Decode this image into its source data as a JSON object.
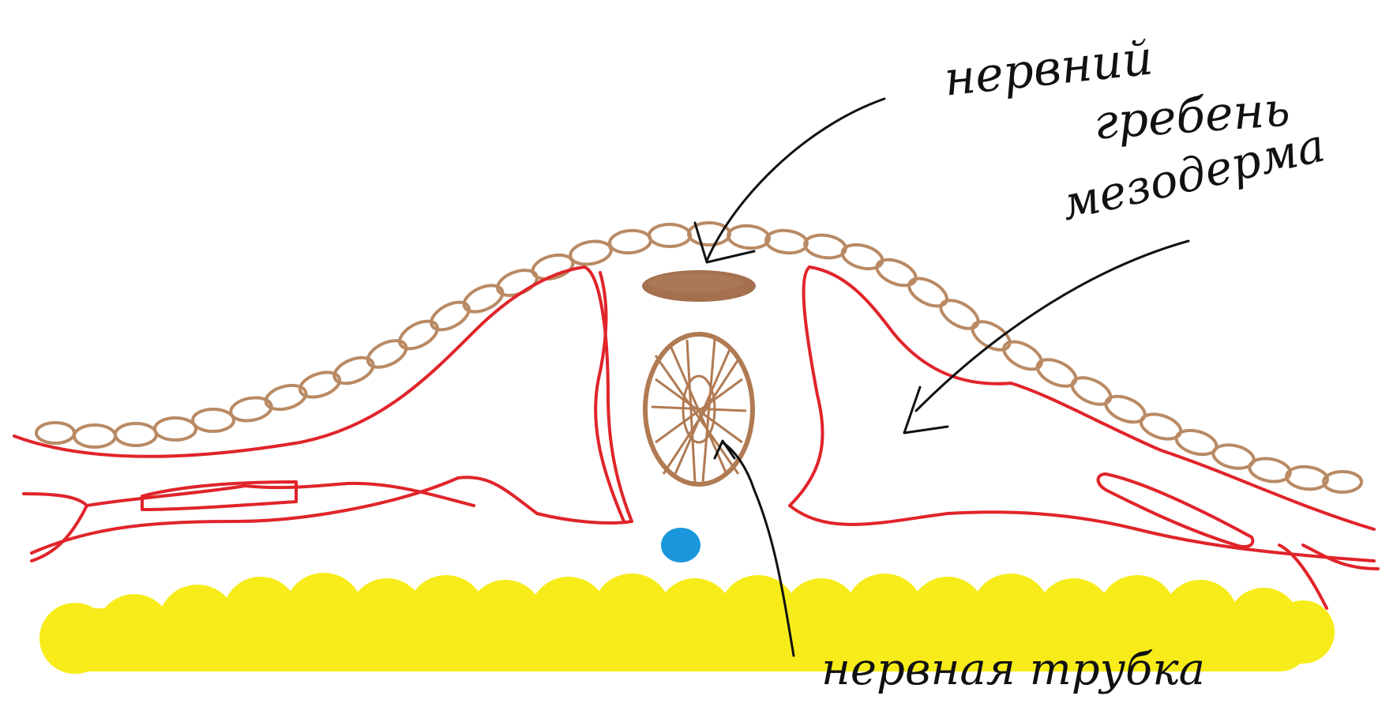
{
  "labels": {
    "neural_crest_line1": "нервний",
    "neural_crest_line2": "гребень",
    "mesoderm": "мезодерма",
    "neural_tube": "нервная трубка"
  },
  "colors": {
    "ectoderm": "#b98a64",
    "outline": "#e0242a",
    "neural_crest_mass": "#a4704e",
    "notochord": "#b07a52",
    "blood_dot": "#1a96dd",
    "endoderm": "#f7ec1a",
    "arrows": "#111111"
  }
}
